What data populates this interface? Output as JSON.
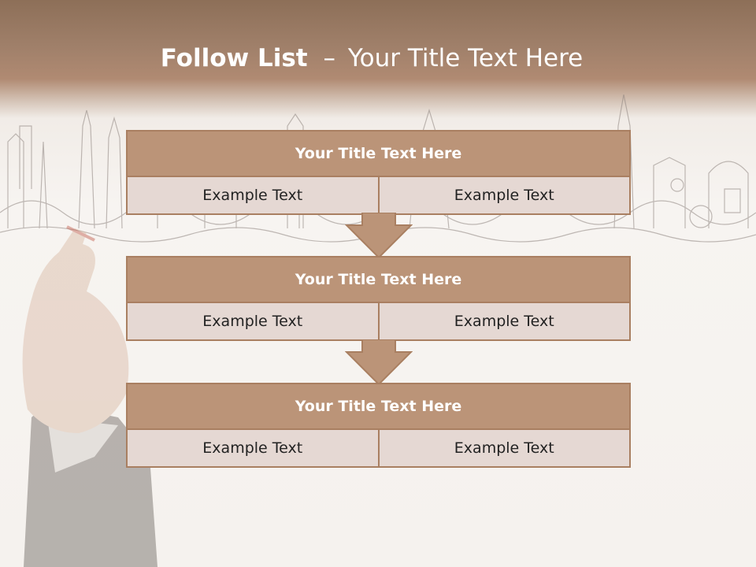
{
  "slide": {
    "title_bold": "Follow List",
    "title_dash": "–",
    "title_rest": "Your Title Text Here"
  },
  "blocks": [
    {
      "title": "Your Title Text Here",
      "left": "Example Text",
      "right": "Example Text"
    },
    {
      "title": "Your Title Text Here",
      "left": "Example Text",
      "right": "Example Text"
    },
    {
      "title": "Your Title Text Here",
      "left": "Example Text",
      "right": "Example Text"
    }
  ],
  "colors": {
    "header_band": "#8d6f58",
    "block_title_fill": "#bb9478",
    "block_cell_fill": "#e5d8d3",
    "block_border": "#a97f61",
    "arrow_fill": "#bb9478"
  }
}
